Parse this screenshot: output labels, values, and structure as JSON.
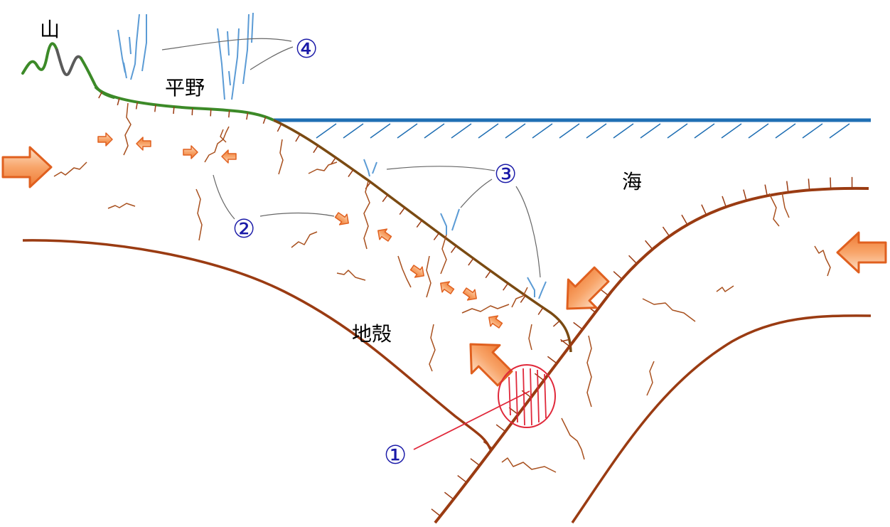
{
  "labels": {
    "mountain": "山",
    "plain": "平野",
    "sea": "海",
    "crust": "地殻"
  },
  "markers": {
    "m1": "①",
    "m2": "②",
    "m3": "③",
    "m4": "④"
  },
  "colors": {
    "crust_line": "#9a3b12",
    "plain_line": "#3c8a28",
    "mountain_line": "#3c8a28",
    "mountain_peak": "#5a5a5a",
    "sea_surface": "#1f6fb4",
    "water": "#5b9bd5",
    "arrow_fill": "#f7a56a",
    "arrow_stroke": "#e0601f",
    "focus_circle": "#e0283a",
    "marker_text": "#1a1aa8",
    "leader_line": "#666666"
  }
}
